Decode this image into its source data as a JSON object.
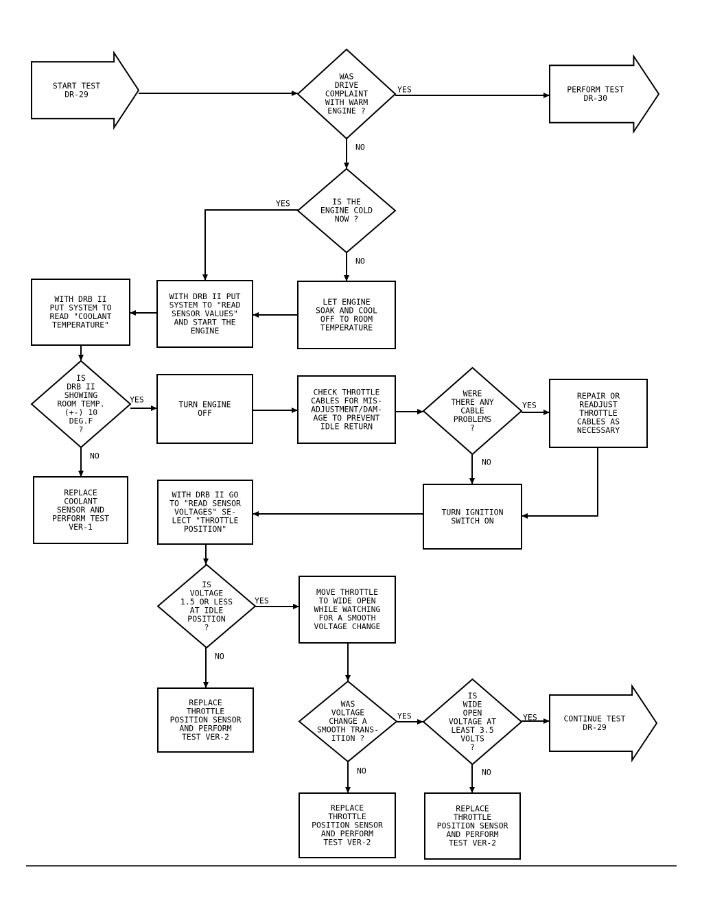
{
  "nodes": {
    "start": {
      "type": "arrow",
      "lines": [
        "START TEST",
        "DR-29"
      ]
    },
    "q_warm": {
      "type": "diamond",
      "lines": [
        "WAS",
        "DRIVE",
        "COMPLAINT",
        "WITH WARM",
        "ENGINE ?"
      ]
    },
    "perform_dr30": {
      "type": "arrow",
      "lines": [
        "PERFORM TEST",
        "DR-30"
      ]
    },
    "q_cold": {
      "type": "diamond",
      "lines": [
        "IS THE",
        "ENGINE COLD",
        "NOW ?"
      ]
    },
    "let_soak": {
      "type": "box",
      "lines": [
        "LET ENGINE",
        "SOAK AND COOL",
        "OFF TO ROOM",
        "TEMPERATURE"
      ]
    },
    "read_sensor": {
      "type": "box",
      "lines": [
        "WITH DRB II PUT",
        "SYSTEM TO \"READ",
        "SENSOR VALUES\"",
        "AND START THE",
        "ENGINE"
      ]
    },
    "read_coolant": {
      "type": "box",
      "lines": [
        "WITH DRB II",
        "PUT SYSTEM TO",
        "READ \"COOLANT",
        "TEMPERATURE\""
      ]
    },
    "q_room": {
      "type": "diamond",
      "lines": [
        "IS",
        "DRB II",
        "SHOWING",
        "ROOM TEMP.",
        "(+-) 10",
        "DEG.F",
        "?"
      ]
    },
    "replace_coolant": {
      "type": "box",
      "lines": [
        "REPLACE",
        "COOLANT",
        "SENSOR AND",
        "PERFORM TEST",
        "VER-1"
      ]
    },
    "turn_off": {
      "type": "box",
      "lines": [
        "TURN ENGINE",
        "OFF"
      ]
    },
    "check_cables": {
      "type": "box",
      "lines": [
        "CHECK THROTTLE",
        "CABLES FOR MIS-",
        "ADJUSTMENT/DAM-",
        "AGE TO PREVENT",
        "IDLE RETURN"
      ]
    },
    "q_cable": {
      "type": "diamond",
      "lines": [
        "WERE",
        "THERE ANY",
        "CABLE",
        "PROBLEMS",
        "?"
      ]
    },
    "repair_cables": {
      "type": "box",
      "lines": [
        "REPAIR OR",
        "READJUST",
        "THROTTLE",
        "CABLES AS",
        "NECESSARY"
      ]
    },
    "turn_ign": {
      "type": "box",
      "lines": [
        "TURN IGNITION",
        "SWITCH ON"
      ]
    },
    "read_voltage": {
      "type": "box",
      "lines": [
        "WITH DRB II GO",
        "TO \"READ SENSOR",
        "VOLTAGES\" SE-",
        "LECT \"THROTTLE",
        "POSITION\""
      ]
    },
    "q_volt": {
      "type": "diamond",
      "lines": [
        "IS",
        "VOLTAGE",
        "1.5 OR LESS",
        "AT IDLE",
        "POSITION",
        "?"
      ]
    },
    "replace_tps1": {
      "type": "box",
      "lines": [
        "REPLACE",
        "THROTTLE",
        "POSITION SENSOR",
        "AND PERFORM",
        "TEST VER-2"
      ]
    },
    "move_throttle": {
      "type": "box",
      "lines": [
        "MOVE THROTTLE",
        "TO WIDE OPEN",
        "WHILE WATCHING",
        "FOR A SMOOTH",
        "VOLTAGE CHANGE"
      ]
    },
    "q_smooth": {
      "type": "diamond",
      "lines": [
        "WAS",
        "VOLTAGE",
        "CHANGE A",
        "SMOOTH TRANS-",
        "ITION ?"
      ]
    },
    "q_wot": {
      "type": "diamond",
      "lines": [
        "IS",
        "WIDE",
        "OPEN",
        "VOLTAGE AT",
        "LEAST 3.5",
        "VOLTS",
        "?"
      ]
    },
    "continue_dr29": {
      "type": "arrow",
      "lines": [
        "CONTINUE TEST",
        "DR-29"
      ]
    },
    "replace_tps2": {
      "type": "box",
      "lines": [
        "REPLACE",
        "THROTTLE",
        "POSITION SENSOR",
        "AND PERFORM",
        "TEST VER-2"
      ]
    },
    "replace_tps3": {
      "type": "box",
      "lines": [
        "REPLACE",
        "THROTTLE",
        "POSITION SENSOR",
        "AND PERFORM",
        "TEST VER-2"
      ]
    }
  },
  "edges": [
    {
      "id": "e1",
      "from": "start",
      "to": "q_warm",
      "label": ""
    },
    {
      "id": "e2",
      "from": "q_warm",
      "to": "perform_dr30",
      "label": "YES"
    },
    {
      "id": "e3",
      "from": "q_warm",
      "to": "q_cold",
      "label": "NO"
    },
    {
      "id": "e4",
      "from": "q_cold",
      "to": "read_sensor",
      "label": "YES"
    },
    {
      "id": "e5",
      "from": "q_cold",
      "to": "let_soak",
      "label": "NO"
    },
    {
      "id": "e6",
      "from": "let_soak",
      "to": "read_sensor",
      "label": ""
    },
    {
      "id": "e7",
      "from": "read_sensor",
      "to": "read_coolant",
      "label": ""
    },
    {
      "id": "e8",
      "from": "read_coolant",
      "to": "q_room",
      "label": ""
    },
    {
      "id": "e9",
      "from": "q_room",
      "to": "turn_off",
      "label": "YES"
    },
    {
      "id": "e10",
      "from": "q_room",
      "to": "replace_coolant",
      "label": "NO"
    },
    {
      "id": "e11",
      "from": "turn_off",
      "to": "check_cables",
      "label": ""
    },
    {
      "id": "e12",
      "from": "check_cables",
      "to": "q_cable",
      "label": ""
    },
    {
      "id": "e13",
      "from": "q_cable",
      "to": "repair_cables",
      "label": "YES"
    },
    {
      "id": "e14",
      "from": "q_cable",
      "to": "turn_ign",
      "label": "NO"
    },
    {
      "id": "e15",
      "from": "repair_cables",
      "to": "turn_ign",
      "label": ""
    },
    {
      "id": "e16",
      "from": "turn_ign",
      "to": "read_voltage",
      "label": ""
    },
    {
      "id": "e17",
      "from": "read_voltage",
      "to": "q_volt",
      "label": ""
    },
    {
      "id": "e18",
      "from": "q_volt",
      "to": "move_throttle",
      "label": "YES"
    },
    {
      "id": "e19",
      "from": "q_volt",
      "to": "replace_tps1",
      "label": "NO"
    },
    {
      "id": "e20",
      "from": "move_throttle",
      "to": "q_smooth",
      "label": ""
    },
    {
      "id": "e21",
      "from": "q_smooth",
      "to": "q_wot",
      "label": "YES"
    },
    {
      "id": "e22",
      "from": "q_smooth",
      "to": "replace_tps2",
      "label": "NO"
    },
    {
      "id": "e23",
      "from": "q_wot",
      "to": "continue_dr29",
      "label": "YES"
    },
    {
      "id": "e24",
      "from": "q_wot",
      "to": "replace_tps3",
      "label": "NO"
    }
  ]
}
